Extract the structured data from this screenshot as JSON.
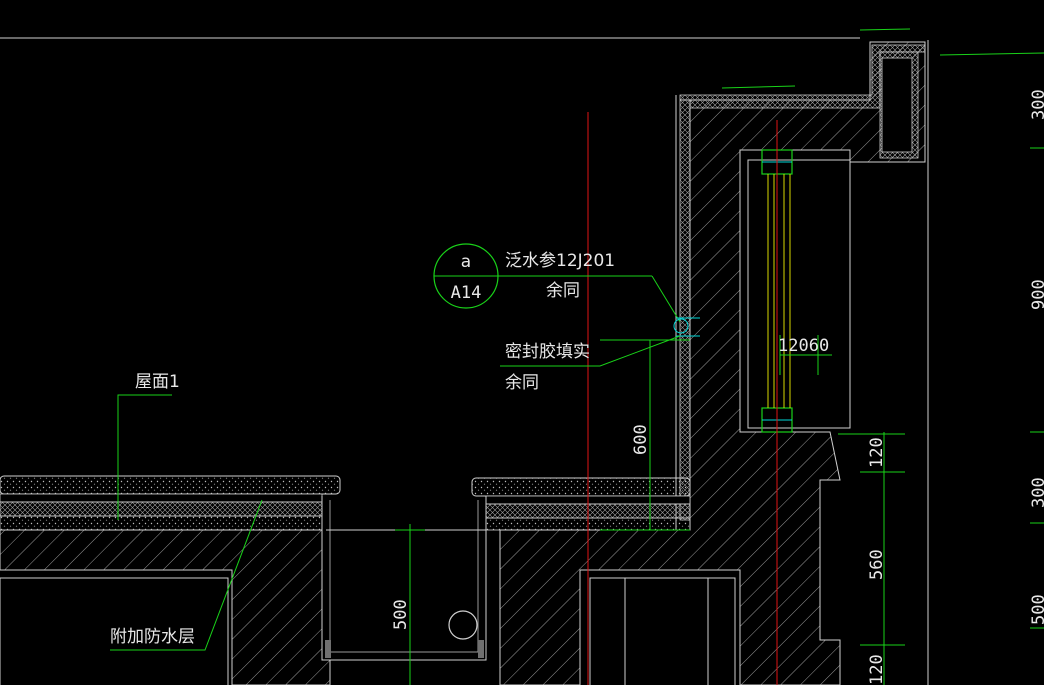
{
  "colors": {
    "background": "#000000",
    "wall_outline": "#d0d0d0",
    "leader_green": "#19d219",
    "axis_red": "#e01414",
    "cyan": "#00d8d8",
    "window_yellow": "#d8d800"
  },
  "detail_bubble": {
    "top": "a",
    "bottom": "A14"
  },
  "labels": {
    "flashing_ref": "泛水参12J201",
    "same_1": "余同",
    "sealant": "密封胶填实",
    "same_2": "余同",
    "roof": "屋面1",
    "additional_waterproof": "附加防水层"
  },
  "dimensions": {
    "d600": "600",
    "d500": "500",
    "d12060": "12060",
    "d120_top": "120",
    "d560": "560",
    "d120_bottom": "120",
    "right_300_top": "300",
    "right_900": "900",
    "right_300_mid": "300",
    "right_500": "500"
  }
}
